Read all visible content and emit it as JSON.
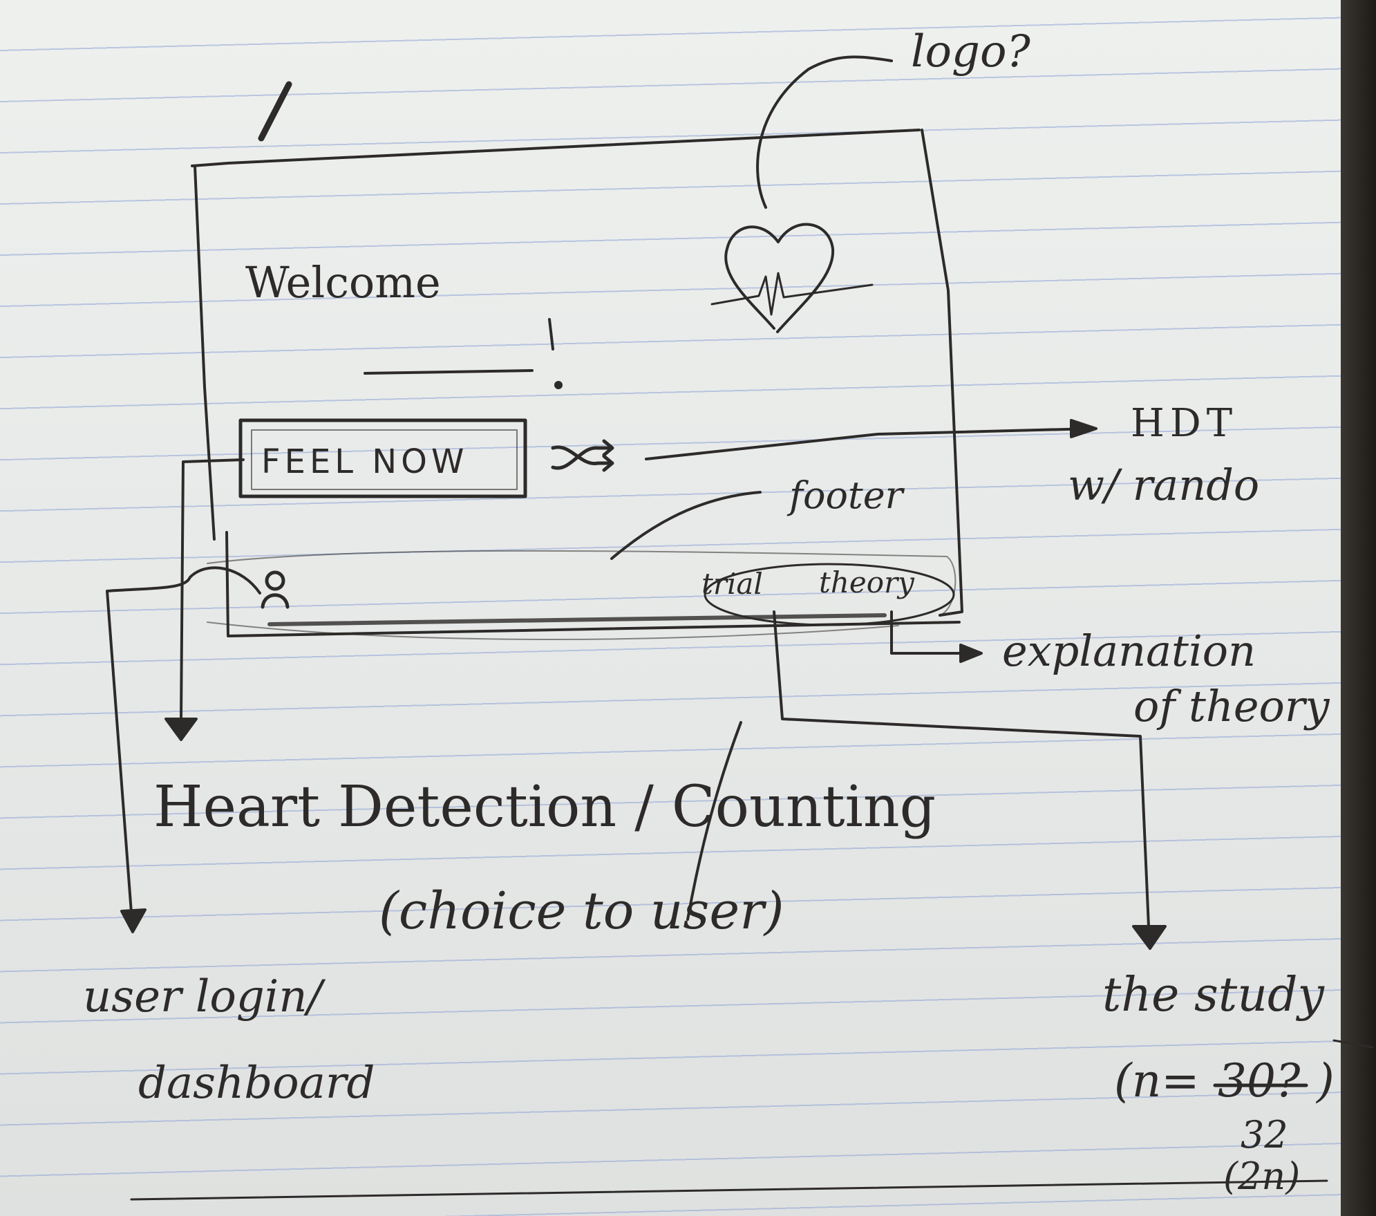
{
  "annotations": {
    "logo_note": "logo?",
    "welcome_text": "Welcome",
    "exclaim": "!",
    "button_label": "FEEL NOW",
    "hdt_label": "HDT",
    "hdt_sub": "w/ rando",
    "footer_note": "footer",
    "trial_link": "trial",
    "theory_link": "theory",
    "explanation_line1": "explanation",
    "explanation_line2": "of theory",
    "mode_line1": "Heart Detection / Counting",
    "mode_line2": "(choice to user)",
    "login_line1": "user login/",
    "login_line2": "dashboard",
    "study_line1": "the study",
    "study_line2": "(n=",
    "study_struck": "30?",
    "study_close": ")",
    "study_n": "32",
    "study_pow": "(2n)"
  },
  "icons": [
    "heart-pulse-logo-icon",
    "shuffle-icon",
    "user-icon",
    "pencil-mark"
  ],
  "colors": {
    "ink": "#2d2b29",
    "paper": "#e9ebea",
    "rule": "#8fa3d6"
  }
}
